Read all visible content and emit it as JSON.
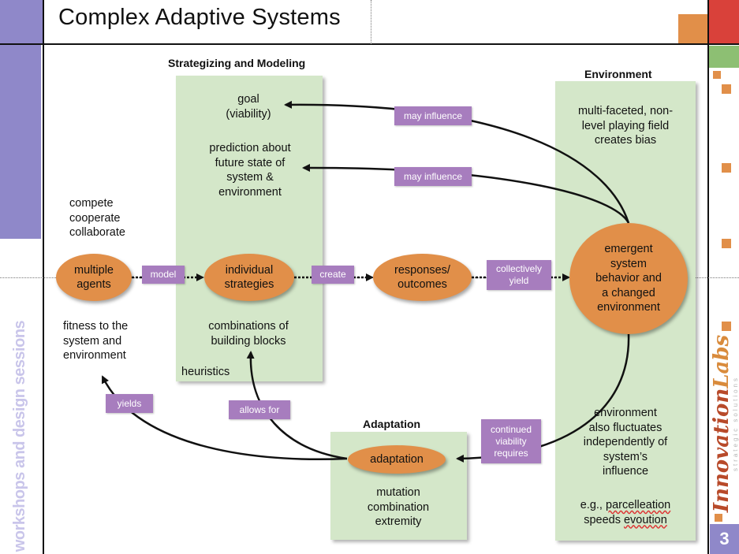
{
  "header": {
    "title": "Complex Adaptive Systems"
  },
  "sidebar": {
    "text": "workshops and design sessions"
  },
  "page_number": "3",
  "logo": {
    "main_a": "Innovation",
    "main_b": "Labs",
    "sub": "strategic solutions"
  },
  "panels": {
    "strategizing": {
      "heading": "Strategizing and Modeling"
    },
    "environment": {
      "heading": "Environment"
    },
    "adaptation": {
      "heading": "Adaptation"
    }
  },
  "texts": {
    "goal": "goal\n(viability)",
    "prediction": "prediction about\nfuture state of\nsystem &\nenvironment",
    "compete": "compete\ncooperate\ncollaborate",
    "fitness": "fitness to the\nsystem and\nenvironment",
    "combinations": "combinations of\nbuilding blocks",
    "heuristics": "heuristics",
    "multifaceted": "multi-faceted, non-\nlevel playing field\ncreates bias",
    "env_fluctuates": "environment\nalso fluctuates\nindependently of\nsystem’s\ninfluence",
    "eg_prefix": "e.g., ",
    "parcelleation": "parcelleation",
    "speeds": "speeds ",
    "evoution": "evoution",
    "mutation": "mutation\ncombination\nextremity"
  },
  "ovals": {
    "multiple_agents": "multiple\nagents",
    "individual_strategies": "individual\nstrategies",
    "responses": "responses/\noutcomes",
    "emergent": "emergent\nsystem\nbehavior and\na changed\nenvironment",
    "adaptation": "adaptation"
  },
  "tags": {
    "may_influence_1": "may influence",
    "may_influence_2": "may influence",
    "model": "model",
    "create": "create",
    "collectively_yield": "collectively\nyield",
    "continued": "continued\nviability\nrequires",
    "allows_for": "allows for",
    "yields": "yields"
  },
  "colors": {
    "purple_band": "#8f88c9",
    "panel_green": "#d4e7c9",
    "oval_orange": "#e18f49",
    "tag_purple": "#a77dbe",
    "accent_red": "#d9413a",
    "accent_green": "#8dbf73"
  }
}
